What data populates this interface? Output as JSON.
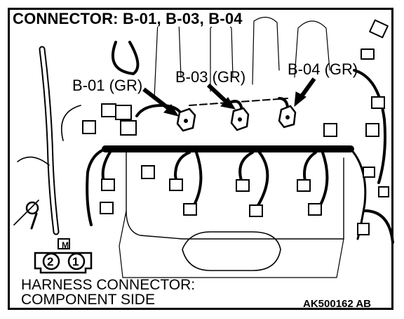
{
  "title": "CONNECTOR: B-01, B-03, B-04",
  "callouts": {
    "b01": "B-01 (GR)",
    "b03": "B-03 (GR)",
    "b04": "B-04 (GR)"
  },
  "connector_symbol": {
    "pins": [
      "2",
      "1"
    ],
    "marker": "M"
  },
  "footer": {
    "line1": "HARNESS CONNECTOR:",
    "line2": "COMPONENT SIDE",
    "figure_code": "AK500162 AB"
  }
}
